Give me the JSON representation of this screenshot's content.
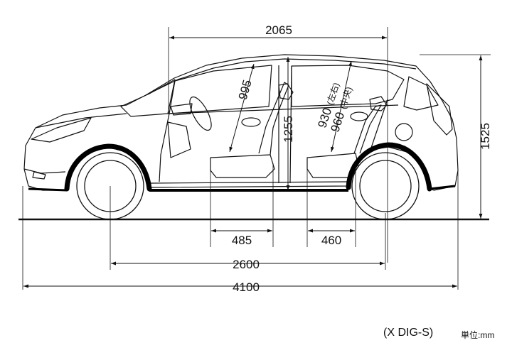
{
  "dimensions": {
    "roof_length": "2065",
    "overall_height": "1525",
    "front_headroom": "995",
    "cabin_height": "1255",
    "rear_headroom_side": "930",
    "rear_headroom_side_note": "(左右)",
    "rear_headroom_center": "960",
    "rear_headroom_center_note": "(中央)",
    "front_seat_spacing": "485",
    "rear_seat_spacing": "460",
    "wheelbase": "2600",
    "overall_length": "4100"
  },
  "labels": {
    "model": "(X DIG-S)",
    "unit": "単位:mm"
  },
  "colors": {
    "ink": "#111111",
    "wheel_arch": "#000000",
    "background": "#ffffff"
  }
}
